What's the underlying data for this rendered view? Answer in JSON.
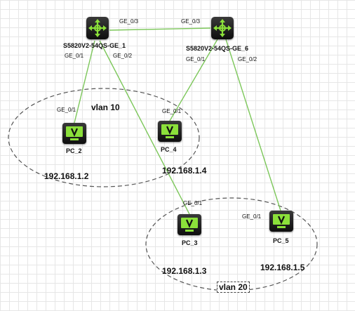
{
  "colors": {
    "link": "#7cc75a",
    "icon_accent": "#8be03a",
    "ellipse_stroke": "#555555"
  },
  "devices": {
    "switch1": {
      "name": "S5820V2-54QS-GE_1",
      "icon": "layer3-switch-icon"
    },
    "switch2": {
      "name": "S5820V2-54QS-GE_6",
      "icon": "layer3-switch-icon"
    },
    "pc2": {
      "name": "PC_2",
      "icon": "monitor-icon"
    },
    "pc4": {
      "name": "PC_4",
      "icon": "monitor-icon"
    },
    "pc3": {
      "name": "PC_3",
      "icon": "monitor-icon"
    },
    "pc5": {
      "name": "PC_5",
      "icon": "monitor-icon"
    }
  },
  "ports": {
    "sw1_ge03": "GE_0/3",
    "sw2_ge03": "GE_0/3",
    "sw1_ge01": "GE_0/1",
    "sw1_ge02": "GE_0/2",
    "sw2_ge01": "GE_0/1",
    "sw2_ge02": "GE_0/2",
    "pc2_ge01": "GE_0/1",
    "pc4_ge01": "GE_0/1",
    "pc3_ge01": "GE_0/1",
    "pc5_ge01": "GE_0/1"
  },
  "vlans": {
    "vlan10": "vlan 10",
    "vlan20": "vlan 20"
  },
  "ips": {
    "pc2": "192.168.1.2",
    "pc4": "192.168.1.4",
    "pc3": "192.168.1.3",
    "pc5": "192.168.1.5"
  }
}
